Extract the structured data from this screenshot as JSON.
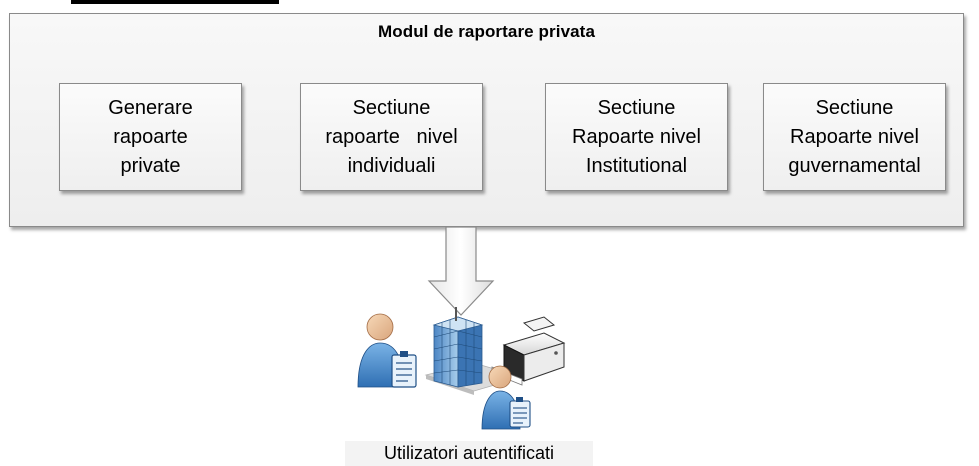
{
  "panel": {
    "title": "Modul de raportare privata"
  },
  "boxes": [
    {
      "lines": [
        "Generare",
        "rapoarte",
        "private"
      ]
    },
    {
      "lines": [
        "Sectiune",
        "rapoarte   nivel",
        "individuali"
      ]
    },
    {
      "lines": [
        "Sectiune",
        "Rapoarte nivel",
        "Institutional"
      ]
    },
    {
      "lines": [
        "Sectiune",
        "Rapoarte nivel",
        "guvernamental"
      ]
    }
  ],
  "caption": "Utilizatori autentificati",
  "icons": [
    "down-arrow-icon",
    "user-document-icon",
    "office-building-icon",
    "printer-icon",
    "user-document-icon"
  ]
}
